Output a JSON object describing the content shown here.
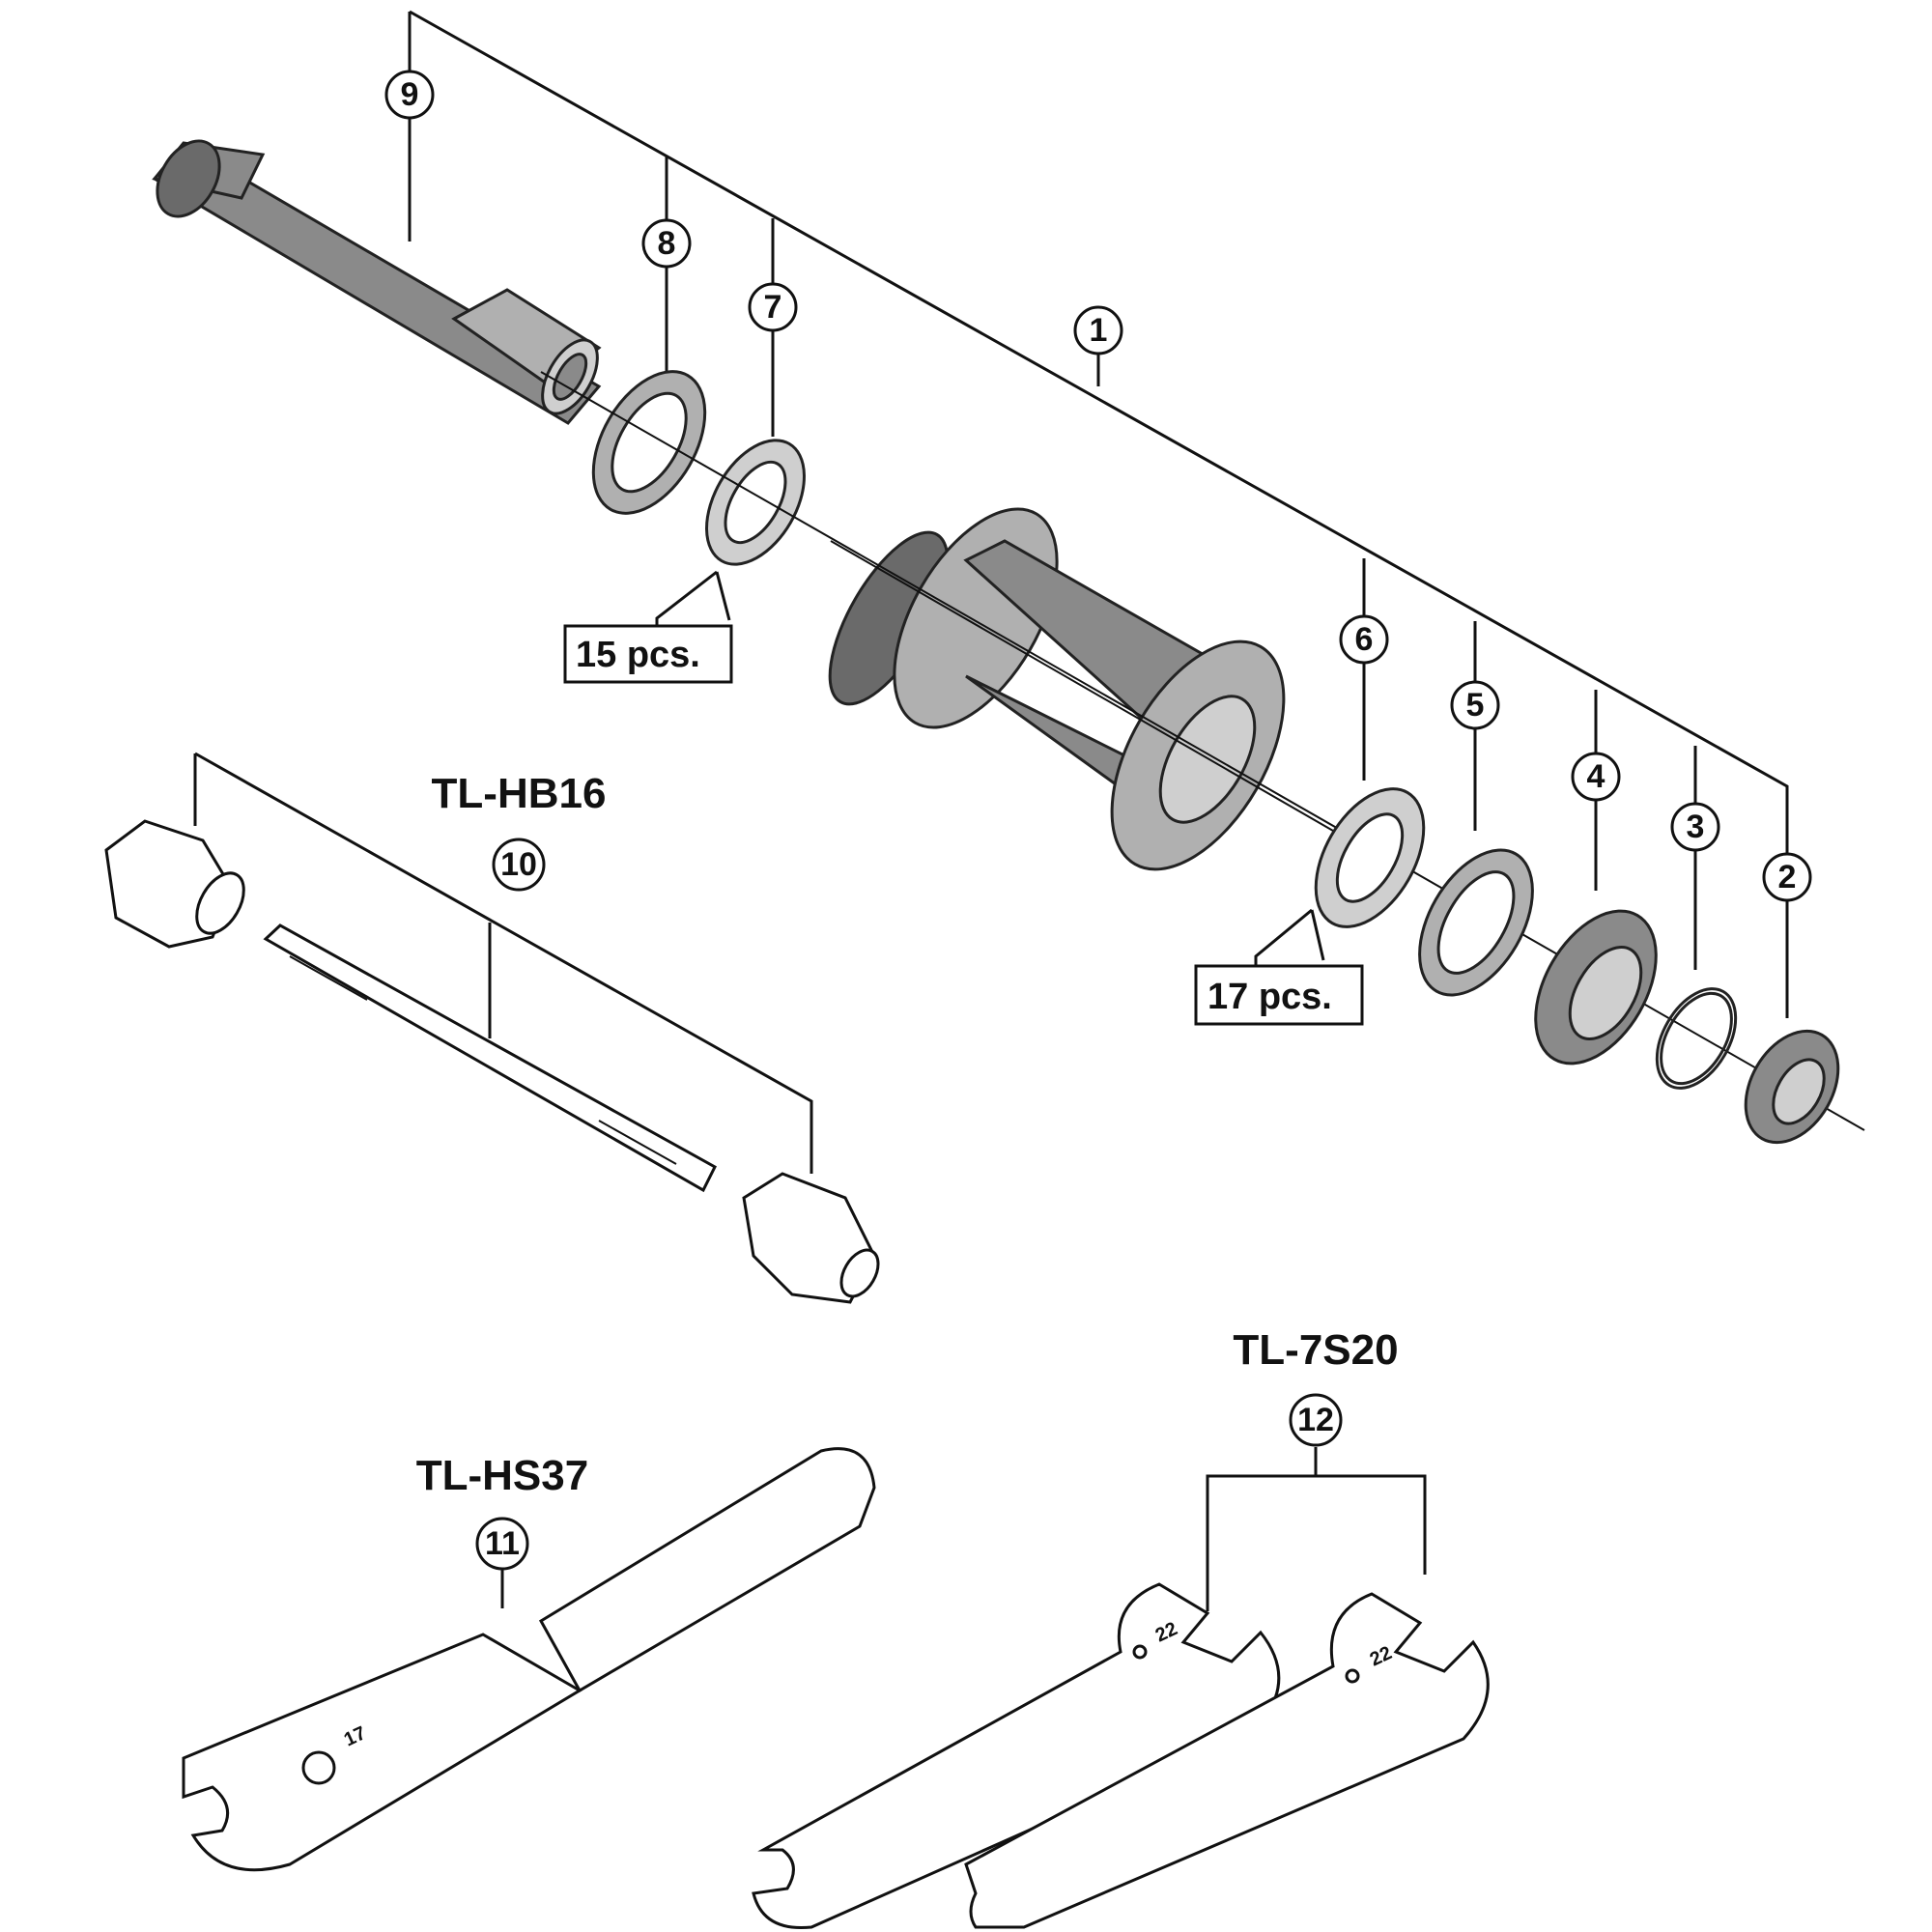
{
  "callouts": {
    "c1": "1",
    "c2": "2",
    "c3": "3",
    "c4": "4",
    "c5": "5",
    "c6": "6",
    "c7": "7",
    "c8": "8",
    "c9": "9",
    "c10": "10",
    "c11": "11",
    "c12": "12"
  },
  "quantities": {
    "q15": "15 pcs.",
    "q17": "17 pcs."
  },
  "tools": {
    "tl_hb16": "TL-HB16",
    "tl_hs37": "TL-HS37",
    "tl_7s20": "TL-7S20"
  },
  "wrench_marks": {
    "size17": "17",
    "size22": "22"
  },
  "icons": {
    "hub_axle": "axle-icon",
    "hub_shell": "hub-shell-icon",
    "bearing": "bearing-icon",
    "wrench": "cone-wrench-icon"
  }
}
